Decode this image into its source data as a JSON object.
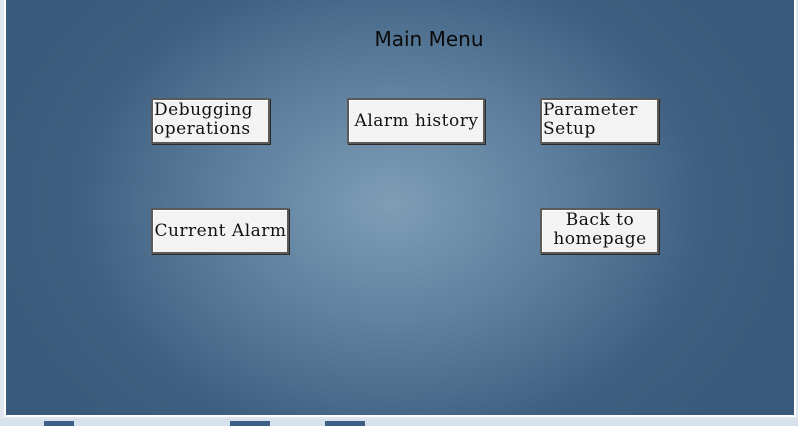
{
  "screen": {
    "title": "Main Menu"
  },
  "buttons": {
    "debugging": {
      "line1": "Debugging",
      "line2": "operations"
    },
    "alarm_history": {
      "label": "Alarm history"
    },
    "parameter_setup": {
      "line1": "Parameter",
      "line2": "Setup"
    },
    "current_alarm": {
      "label": "Current Alarm"
    },
    "back_home": {
      "line1": "Back to",
      "line2": "homepage"
    }
  }
}
